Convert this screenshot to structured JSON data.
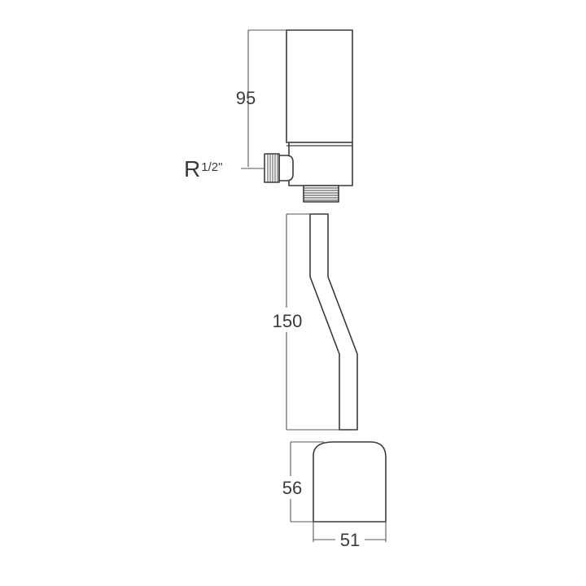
{
  "dimensions": {
    "valve_height": "95",
    "pipe_length": "150",
    "cover_height": "56",
    "cover_width": "51"
  },
  "thread_label": {
    "prefix": "R",
    "size": "1/2\""
  }
}
